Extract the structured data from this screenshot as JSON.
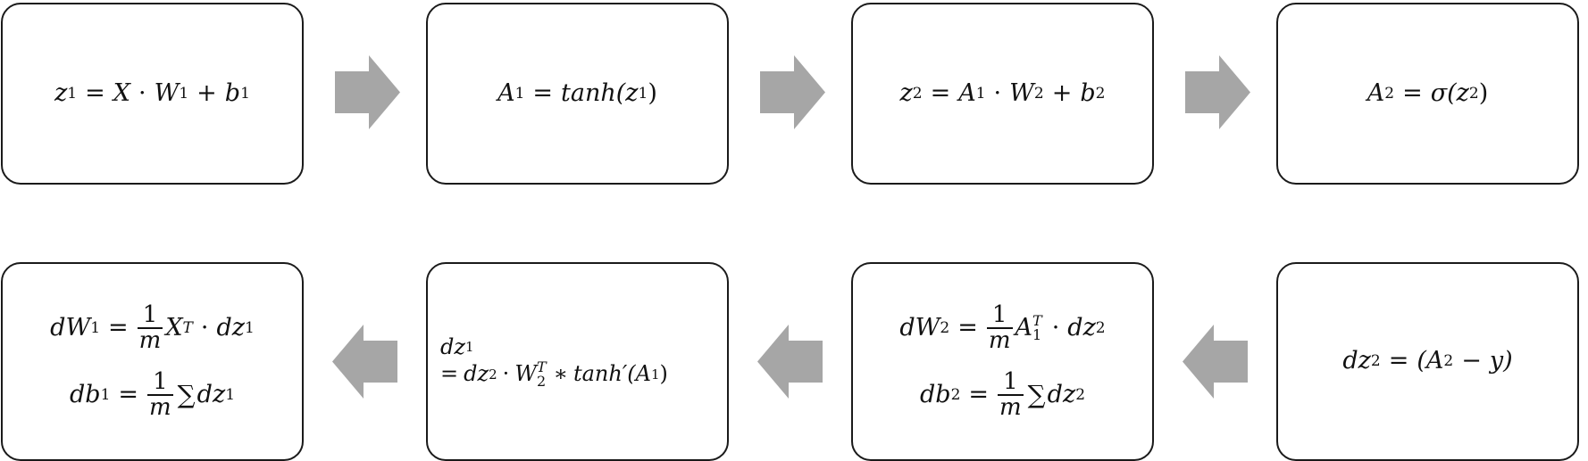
{
  "colors": {
    "arrow": "#a6a6a6",
    "border": "#1a1a1a",
    "text": "#111111"
  },
  "forward": {
    "box1": {
      "lhs": "z",
      "lhs_sub": "1",
      "eq": "=",
      "t1": "X",
      "dot": "·",
      "t2": "W",
      "t2_sub": "1",
      "plus": "+",
      "t3": "b",
      "t3_sub": "1"
    },
    "box2": {
      "lhs": "A",
      "lhs_sub": "1",
      "eq": "=",
      "fn": "tanh(z",
      "arg_sub": "1",
      "close": ")"
    },
    "box3": {
      "lhs": "z",
      "lhs_sub": "2",
      "eq": "=",
      "t1": "A",
      "t1_sub": "1",
      "dot": "·",
      "t2": "W",
      "t2_sub": "2",
      "plus": "+",
      "t3": "b",
      "t3_sub": "2"
    },
    "box4": {
      "lhs": "A",
      "lhs_sub": "2",
      "eq": "=",
      "fn": "σ(z",
      "arg_sub": "2",
      "close": ")"
    }
  },
  "backward": {
    "box4": {
      "lhs": "dz",
      "lhs_sub": "2",
      "eq": "=",
      "open": "(A",
      "a_sub": "2",
      "minus": "−",
      "y": "y)"
    },
    "box3": {
      "line1": {
        "lhs": "dW",
        "lhs_sub": "2",
        "eq": "=",
        "num": "1",
        "den": "m",
        "t": "A",
        "t_sup": "T",
        "t_sub": "1",
        "dot": "·",
        "dz": "dz",
        "dz_sub": "2"
      },
      "line2": {
        "lhs": "db",
        "lhs_sub": "2",
        "eq": "=",
        "num": "1",
        "den": "m",
        "sum": "∑",
        "dz": "dz",
        "dz_sub": "2"
      }
    },
    "box2": {
      "line1": {
        "lhs": "dz",
        "lhs_sub": "1"
      },
      "line2": {
        "eq": "=",
        "dz": "dz",
        "dz_sub": "2",
        "dot": "·",
        "w": "W",
        "w_sup": "T",
        "w_sub": "2",
        "star": "∗",
        "fn": "tanh′(A",
        "a_sub": "1",
        "close": ")"
      }
    },
    "box1": {
      "line1": {
        "lhs": "dW",
        "lhs_sub": "1",
        "eq": "=",
        "num": "1",
        "den": "m",
        "x": "X",
        "x_sup": "T",
        "dot": "·",
        "dz": "dz",
        "dz_sub": "1"
      },
      "line2": {
        "lhs": "db",
        "lhs_sub": "1",
        "eq": "=",
        "num": "1",
        "den": "m",
        "sum": "∑",
        "dz": "dz",
        "dz_sub": "1"
      }
    }
  }
}
